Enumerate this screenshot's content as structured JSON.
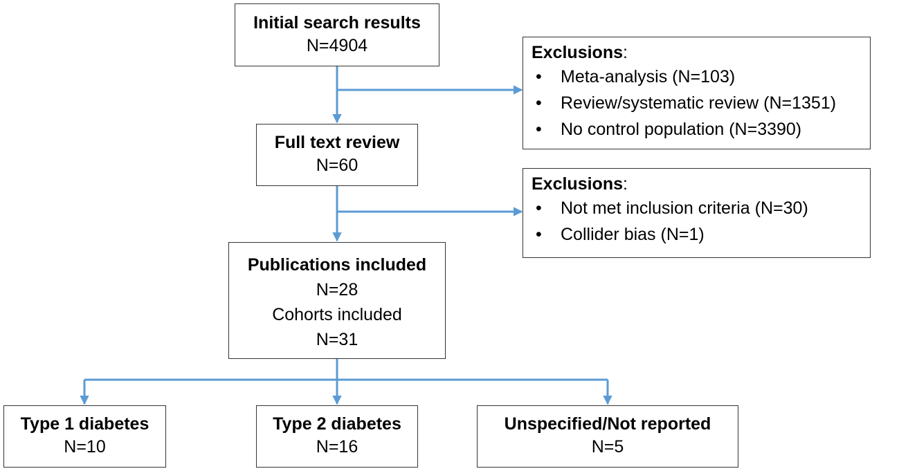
{
  "colors": {
    "arrow": "#5b9bd5",
    "box_border": "#333333"
  },
  "initial_search": {
    "title": "Initial search results",
    "count": "N=4904"
  },
  "exclusions_1": {
    "heading": "Exclusions",
    "items": [
      "Meta-analysis (N=103)",
      "Review/systematic review (N=1351)",
      "No control population (N=3390)"
    ]
  },
  "full_text_review": {
    "title": "Full text review",
    "count": "N=60"
  },
  "exclusions_2": {
    "heading": "Exclusions",
    "items": [
      "Not met inclusion criteria (N=30)",
      "Collider bias (N=1)"
    ]
  },
  "included": {
    "title": "Publications included",
    "publications_count": "N=28",
    "cohorts_label": "Cohorts included",
    "cohorts_count": "N=31"
  },
  "outcomes": [
    {
      "title": "Type 1 diabetes",
      "count": "N=10"
    },
    {
      "title": "Type 2 diabetes",
      "count": "N=16"
    },
    {
      "title": "Unspecified/Not reported",
      "count": "N=5"
    }
  ]
}
